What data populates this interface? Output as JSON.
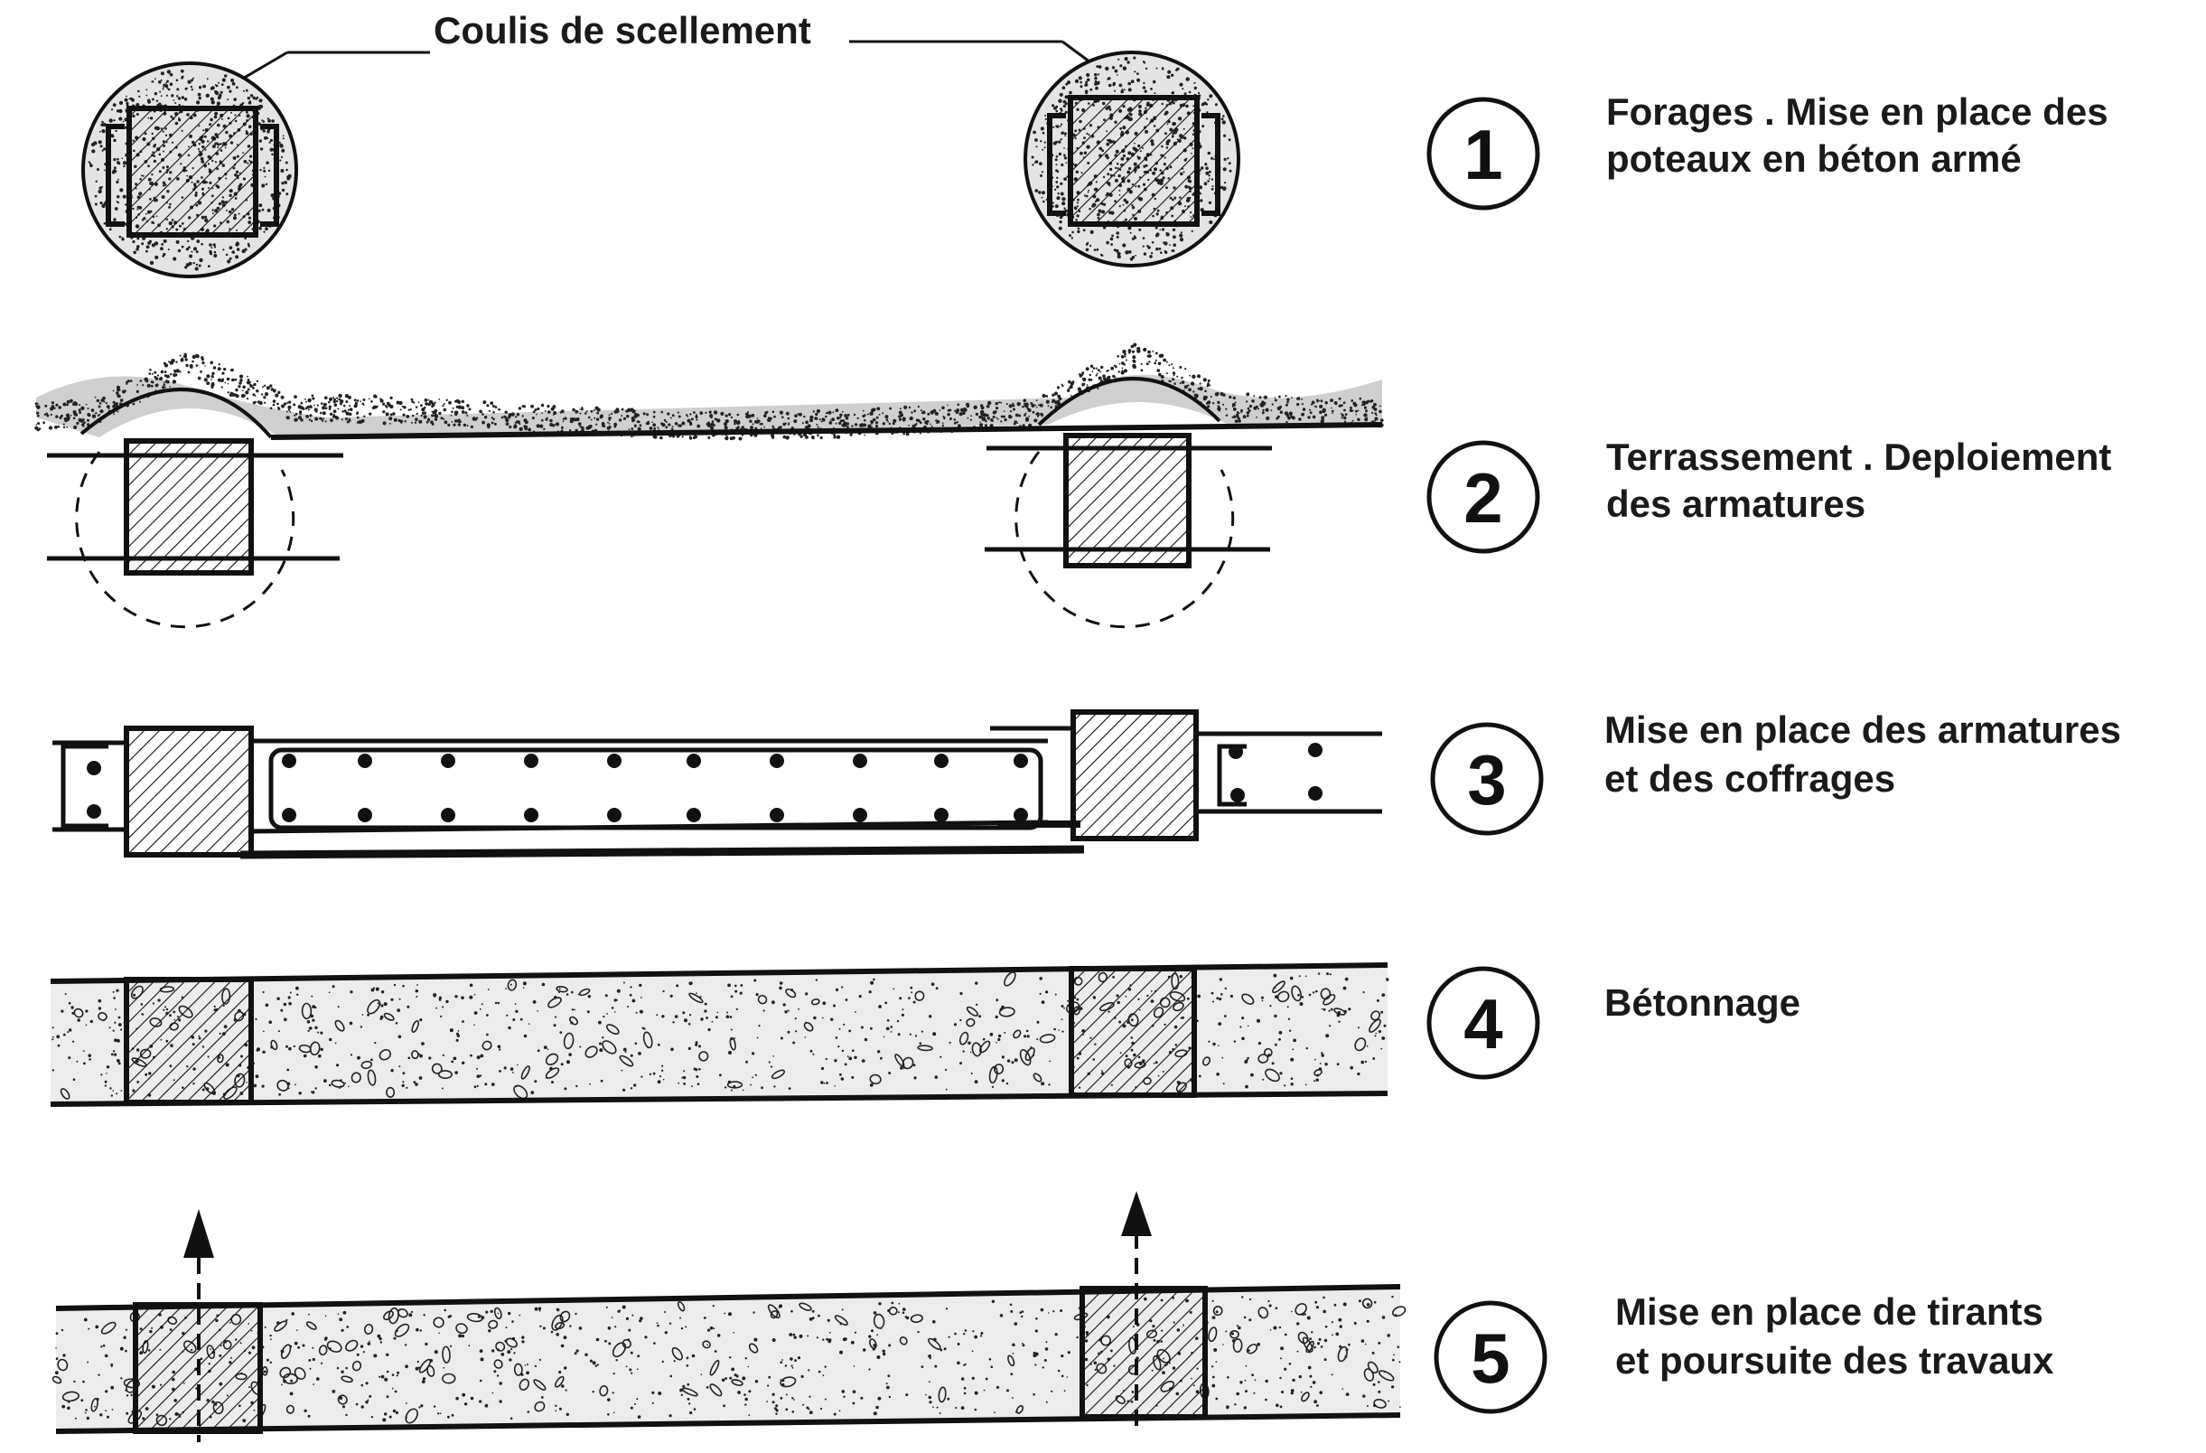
{
  "callout_label": "Coulis de scellement",
  "steps": [
    {
      "number": "1",
      "lines": [
        "Forages . Mise en place des",
        "poteaux en béton armé"
      ]
    },
    {
      "number": "2",
      "lines": [
        "Terrassement . Deploiement",
        "des armatures"
      ]
    },
    {
      "number": "3",
      "lines": [
        "Mise en place des armatures",
        "et des coffrages"
      ]
    },
    {
      "number": "4",
      "lines": [
        "Bétonnage"
      ]
    },
    {
      "number": "5",
      "lines": [
        "Mise en place de tirants",
        "et poursuite des travaux"
      ]
    }
  ]
}
